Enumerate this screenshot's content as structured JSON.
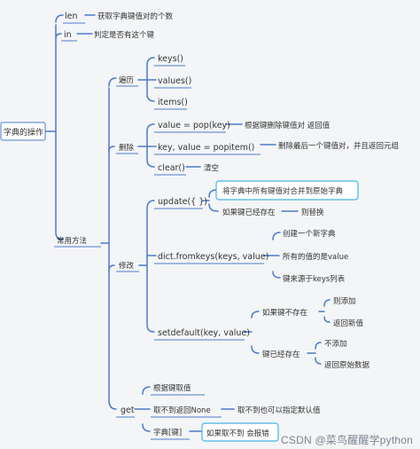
{
  "root": "字典的操作",
  "branches": {
    "len": {
      "label": "len",
      "desc": "获取字典键值对的个数"
    },
    "in": {
      "label": "in",
      "desc": "判定是否有这个键"
    },
    "common": {
      "label": "常用方法",
      "traverse": {
        "label": "遍历",
        "items": [
          "keys()",
          "values()",
          "items()"
        ]
      },
      "delete": {
        "label": "删除",
        "items": [
          {
            "label": "value = pop(key)",
            "desc": "根据键删除键值对 返回值"
          },
          {
            "label": "key, value = popitem()",
            "desc": "删除最后一个键值对，并且返回元组"
          },
          {
            "label": "clear()",
            "desc": "清空"
          }
        ]
      },
      "modify": {
        "label": "修改",
        "update": {
          "label": "update({ })",
          "desc1": "将字典中所有键值对合并到原始字典",
          "desc2": "如果键已经存在",
          "desc3": "则替换"
        },
        "fromkeys": {
          "label": "dict.fromkeys(keys, value)",
          "items": [
            "创建一个新字典",
            "所有的值的是value",
            "键来源于keys列表"
          ]
        },
        "setdefault": {
          "label": "setdefault(key, value)",
          "absent": {
            "label": "如果键不存在",
            "items": [
              "则添加",
              "返回新值"
            ]
          },
          "exists": {
            "label": "键已经存在",
            "items": [
              "不添加",
              "返回原始数据"
            ]
          }
        }
      },
      "get": {
        "label": "get",
        "items": [
          {
            "label": "根据键取值"
          },
          {
            "label": "取不到返回None",
            "desc": "取不到也可以指定默认值"
          },
          {
            "label": "字典[键]",
            "desc": "如果取不到 会报错"
          }
        ]
      }
    }
  },
  "watermark": "CSDN @菜鸟醒醒学python",
  "colors": {
    "line": "#4d7bc8",
    "highlight": "#45b3e6",
    "text": "#333333",
    "background": "#f3f5f7"
  }
}
